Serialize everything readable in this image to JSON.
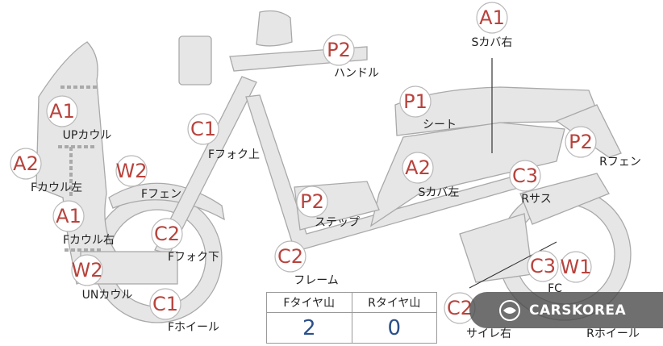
{
  "markers": [
    {
      "code": "A1",
      "label": "Sカバ右"
    },
    {
      "code": "P2",
      "label": "ハンドル"
    },
    {
      "code": "P1",
      "label": "シート"
    },
    {
      "code": "P2",
      "label": "Rフェン"
    },
    {
      "code": "A1",
      "label": "UPカウル"
    },
    {
      "code": "C1",
      "label": "Fフォク上"
    },
    {
      "code": "A2",
      "label": "Fカウル左"
    },
    {
      "code": "W2",
      "label": "Fフェン"
    },
    {
      "code": "A2",
      "label": "Sカバ左"
    },
    {
      "code": "C3",
      "label": "Rサス"
    },
    {
      "code": "P2",
      "label": "ステップ"
    },
    {
      "code": "A1",
      "label": "Fカウル右"
    },
    {
      "code": "C2",
      "label": "Fフォク下"
    },
    {
      "code": "C2",
      "label": "フレーム"
    },
    {
      "code": "W2",
      "label": "UNカウル"
    },
    {
      "code": "C1",
      "label": "Fホイール"
    },
    {
      "code": "C3",
      "label": "FC"
    },
    {
      "code": "W1",
      "label": ""
    },
    {
      "code": "C2",
      "label": "サイレ右"
    },
    {
      "code": "",
      "label": "Rホイール"
    }
  ],
  "tire_table": {
    "front_header": "Fタイヤ山",
    "rear_header": "Rタイヤ山",
    "front_value": "2",
    "rear_value": "0"
  },
  "watermark": {
    "text": "CARSKOREA",
    "icon": "carskorea-logo-icon"
  },
  "colors": {
    "marker_code": "#b8433d",
    "part_fill": "#e6e6e6",
    "table_value": "#2a4f8a"
  }
}
